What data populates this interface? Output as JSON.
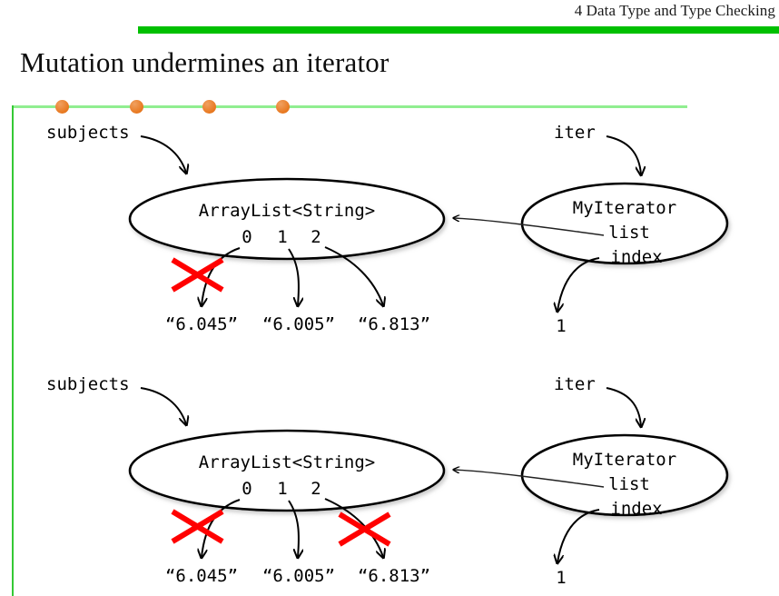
{
  "header": {
    "running_head": "4 Data Type and Type Checking",
    "bar_color": "#00c000"
  },
  "title": "Mutation undermines an iterator",
  "decoration": {
    "line_color": "#90ee90",
    "vline_color": "#35c935",
    "dot_color": "#e8781f",
    "dots": [
      68,
      150,
      230,
      311
    ]
  },
  "diagrams": [
    {
      "id": "before-remove",
      "variables": {
        "list_var": "subjects",
        "iter_var": "iter"
      },
      "list_object": {
        "type_label": "ArrayList<String>",
        "indices": [
          "0",
          "1",
          "2"
        ],
        "elements": [
          "“6.045”",
          "“6.005”",
          "“6.813”"
        ],
        "crossed_indices": [
          0
        ]
      },
      "iterator_object": {
        "type_label": "MyIterator",
        "fields": [
          "list",
          "index"
        ],
        "index_value": "1"
      }
    },
    {
      "id": "after-remove",
      "variables": {
        "list_var": "subjects",
        "iter_var": "iter"
      },
      "list_object": {
        "type_label": "ArrayList<String>",
        "indices": [
          "0",
          "1",
          "2"
        ],
        "elements": [
          "“6.045”",
          "“6.005”",
          "“6.813”"
        ],
        "crossed_indices": [
          0,
          2
        ]
      },
      "iterator_object": {
        "type_label": "MyIterator",
        "fields": [
          "list",
          "index"
        ],
        "index_value": "1"
      }
    }
  ]
}
